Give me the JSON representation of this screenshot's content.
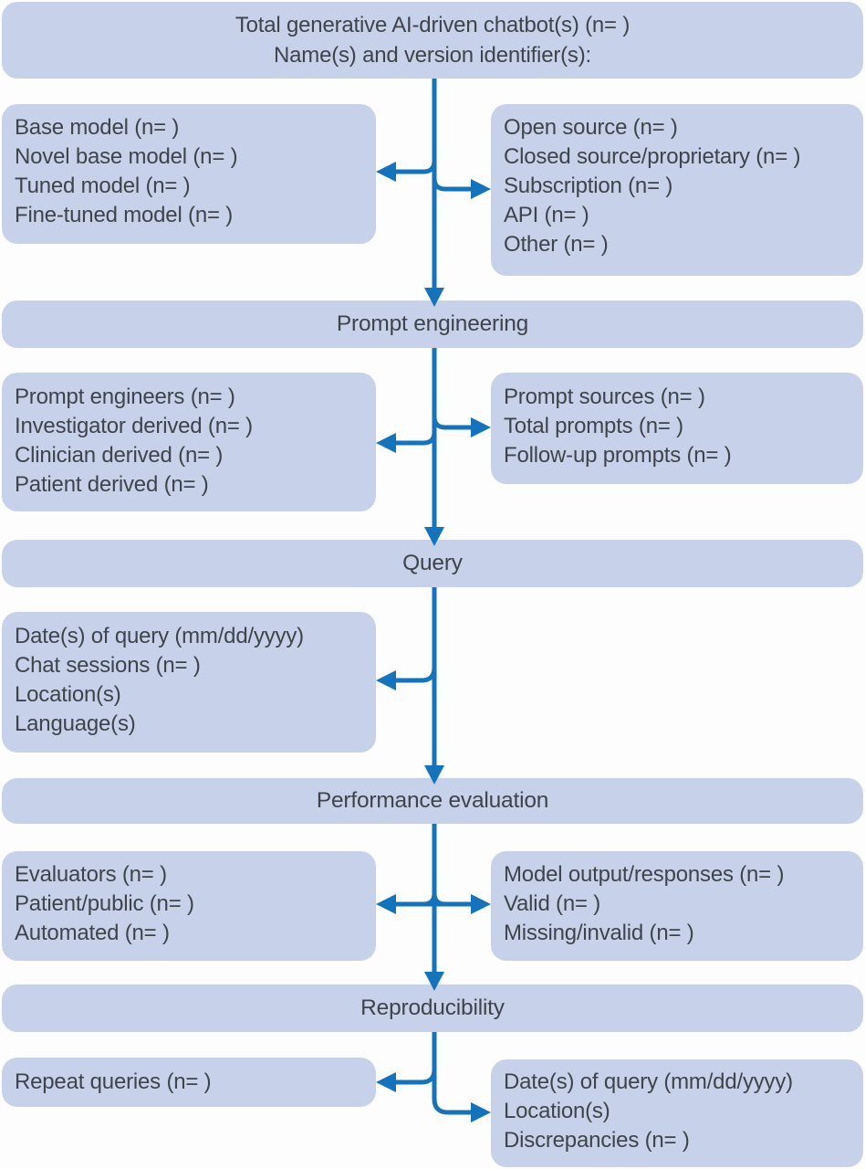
{
  "figure": {
    "type": "flowchart",
    "title_box": {
      "lines": [
        "Total generative AI-driven chatbot(s) (n= )",
        "Name(s) and version identifier(s):"
      ]
    },
    "section_model": {
      "left_box": {
        "lines": [
          "Base model (n= )",
          "Novel base model (n= )",
          "Tuned model (n= )",
          "Fine-tuned model (n= )"
        ]
      },
      "right_box": {
        "lines": [
          "Open source (n= )",
          "Closed source/proprietary (n= )",
          "Subscription (n= )",
          "API (n= )",
          "Other (n= )"
        ]
      }
    },
    "header_prompt_engineering": "Prompt engineering",
    "section_prompt": {
      "left_box": {
        "lines": [
          "Prompt engineers (n= )",
          "Investigator derived (n= )",
          "Clinician derived (n= )",
          "Patient derived (n= )"
        ]
      },
      "right_box": {
        "lines": [
          "Prompt sources (n= )",
          "Total prompts (n= )",
          "Follow-up prompts (n= )"
        ]
      }
    },
    "header_query": "Query",
    "section_query": {
      "left_box": {
        "lines": [
          "Date(s) of query (mm/dd/yyyy)",
          "Chat sessions (n= )",
          "Location(s)",
          "Language(s)"
        ]
      }
    },
    "header_performance_evaluation": "Performance evaluation",
    "section_evaluation": {
      "left_box": {
        "lines": [
          "Evaluators (n= )",
          "Patient/public (n= )",
          "Automated (n= )"
        ]
      },
      "right_box": {
        "lines": [
          "Model output/responses (n= )",
          "Valid (n= )",
          "Missing/invalid (n= )"
        ]
      }
    },
    "header_reproducibility": "Reproducibility",
    "section_reproducibility": {
      "left_box": {
        "lines": [
          "Repeat queries (n= )"
        ]
      },
      "right_box": {
        "lines": [
          "Date(s) of query (mm/dd/yyyy)",
          "Location(s)",
          "Discrepancies (n= )"
        ]
      }
    },
    "colors": {
      "box_fill": "#c7d2ea",
      "arrow_blue": "#1473bd",
      "text": "#3f444b",
      "background": "#fdfdfd"
    }
  }
}
